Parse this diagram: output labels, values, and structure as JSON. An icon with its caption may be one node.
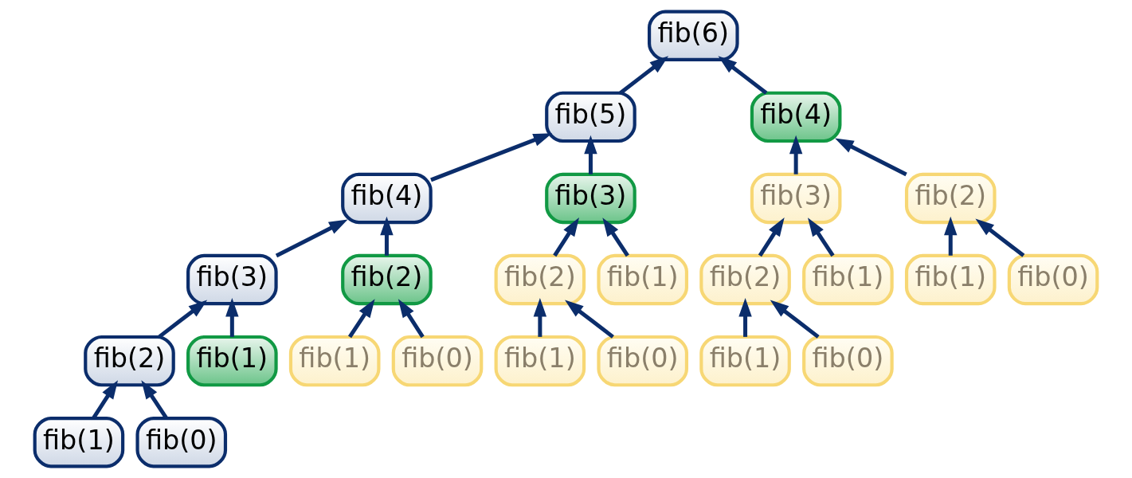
{
  "diagram": {
    "nodes": [
      {
        "text": [
          "fib(6)"
        ]
      },
      {
        "text": [
          "fib(5)"
        ]
      },
      {
        "text": [
          "fib(4)"
        ]
      },
      {
        "text": [
          "fib(4)"
        ]
      },
      {
        "text": [
          "fib(3)"
        ]
      },
      {
        "text": [
          "fib(3)"
        ]
      },
      {
        "text": [
          "fib(2)"
        ]
      },
      {
        "text": [
          "fib(3)"
        ]
      },
      {
        "text": [
          "fib(2)"
        ]
      },
      {
        "text": [
          "fib(2)"
        ]
      },
      {
        "text": [
          "fib(1)"
        ]
      },
      {
        "text": [
          "fib(2)"
        ]
      },
      {
        "text": [
          "fib(1)"
        ]
      },
      {
        "text": [
          "fib(1)"
        ]
      },
      {
        "text": [
          "fib(0)"
        ]
      },
      {
        "text": [
          "fib(2)"
        ]
      },
      {
        "text": [
          "fib(1)"
        ]
      },
      {
        "text": [
          "fib(1)"
        ]
      },
      {
        "text": [
          "fib(0)"
        ]
      },
      {
        "text": [
          "fib(1)"
        ]
      },
      {
        "text": [
          "fib(0)"
        ]
      },
      {
        "text": [
          "fib(1)"
        ]
      },
      {
        "text": [
          "fib(0)"
        ]
      },
      {
        "text": [
          "fib(1)"
        ]
      },
      {
        "text": [
          "fib(0)"
        ]
      }
    ],
    "edges": [
      {
        "from": 1,
        "to": 0,
        "arrow": "to"
      },
      {
        "from": 2,
        "to": 0,
        "arrow": "to"
      },
      {
        "from": 3,
        "to": 1,
        "arrow": "to"
      },
      {
        "from": 4,
        "to": 1,
        "arrow": "to"
      },
      {
        "from": 5,
        "to": 2,
        "arrow": "to"
      },
      {
        "from": 6,
        "to": 2,
        "arrow": "to"
      },
      {
        "from": 7,
        "to": 3,
        "arrow": "to"
      },
      {
        "from": 8,
        "to": 3,
        "arrow": "to"
      },
      {
        "from": 9,
        "to": 4,
        "arrow": "to"
      },
      {
        "from": 10,
        "to": 4,
        "arrow": "to"
      },
      {
        "from": 11,
        "to": 5,
        "arrow": "to"
      },
      {
        "from": 12,
        "to": 5,
        "arrow": "to"
      },
      {
        "from": 13,
        "to": 6,
        "arrow": "to"
      },
      {
        "from": 14,
        "to": 6,
        "arrow": "to"
      },
      {
        "from": 15,
        "to": 7,
        "arrow": "to"
      },
      {
        "from": 16,
        "to": 7,
        "arrow": "to"
      },
      {
        "from": 17,
        "to": 8,
        "arrow": "to"
      },
      {
        "from": 18,
        "to": 8,
        "arrow": "to"
      },
      {
        "from": 19,
        "to": 9,
        "arrow": "to"
      },
      {
        "from": 20,
        "to": 9,
        "arrow": "to"
      },
      {
        "from": 21,
        "to": 11,
        "arrow": "to"
      },
      {
        "from": 22,
        "to": 11,
        "arrow": "to"
      },
      {
        "from": 23,
        "to": 15,
        "arrow": "to"
      },
      {
        "from": 24,
        "to": 15,
        "arrow": "to"
      }
    ]
  }
}
